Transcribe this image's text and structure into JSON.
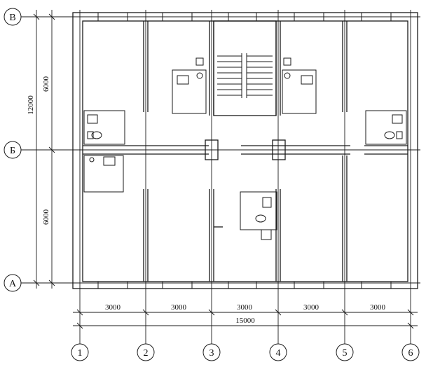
{
  "axes": {
    "horizontal": [
      "1",
      "2",
      "3",
      "4",
      "5",
      "6"
    ],
    "vertical": [
      "В",
      "Б",
      "А"
    ]
  },
  "dimensions": {
    "bays": [
      "3000",
      "3000",
      "3000",
      "3000",
      "3000"
    ],
    "total_width": "15000",
    "spans": [
      "6000",
      "6000"
    ],
    "total_depth": "12000"
  },
  "colors": {
    "line": "#1a1a1a",
    "background": "#ffffff"
  }
}
